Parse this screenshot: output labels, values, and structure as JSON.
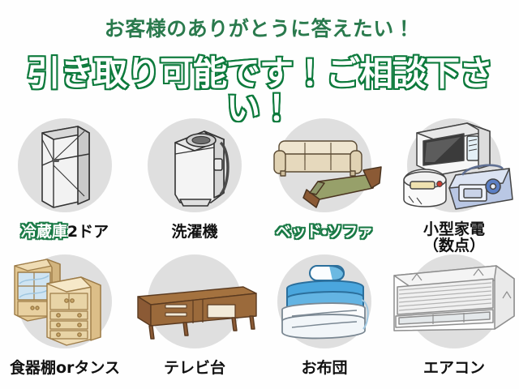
{
  "header": {
    "tagline": "お客様のありがとうに答えたい！",
    "tagline_color": "#2a7a4d",
    "headline_line1": "引き取り可能です！ご相談下さ",
    "headline_line2": "い！",
    "headline_fill": "#ffffff",
    "headline_outline": "#0d7a3c"
  },
  "items": [
    {
      "icon": "refrigerator-icon",
      "label_segments": [
        {
          "text": "冷蔵庫",
          "style": "green"
        },
        {
          "text": "2ドア",
          "style": "black"
        }
      ],
      "label_plain": "冷蔵庫2ドア"
    },
    {
      "icon": "washing-machine-icon",
      "label_segments": [
        {
          "text": "洗濯機",
          "style": "black"
        }
      ],
      "label_plain": "洗濯機"
    },
    {
      "icon": "bed-sofa-icon",
      "label_segments": [
        {
          "text": "ベッド・ソファ",
          "style": "green"
        }
      ],
      "label_plain": "ベッド・ソファ"
    },
    {
      "icon": "small-appliances-icon",
      "label_lines": [
        "小型家電",
        "（数点）"
      ],
      "label_plain": "小型家電（数点）"
    },
    {
      "icon": "cupboard-dresser-icon",
      "label_segments": [
        {
          "text": "食器棚orタンス",
          "style": "black"
        }
      ],
      "label_plain": "食器棚orタンス"
    },
    {
      "icon": "tv-stand-icon",
      "label_segments": [
        {
          "text": "テレビ台",
          "style": "black"
        }
      ],
      "label_plain": "テレビ台"
    },
    {
      "icon": "futon-icon",
      "label_segments": [
        {
          "text": "お布団",
          "style": "black"
        }
      ],
      "label_plain": "お布団"
    },
    {
      "icon": "air-conditioner-icon",
      "label_segments": [
        {
          "text": "エアコン",
          "style": "black"
        }
      ],
      "label_plain": "エアコン"
    }
  ],
  "colors": {
    "background": "#fefefe",
    "disc": "#dcdcdc",
    "green_dark": "#0d7a3c",
    "green_text": "#2a7a4d",
    "wood_light": "#e3c893",
    "wood_dark": "#8b5a35",
    "futon_blue": "#4aa6dd",
    "mattress_green": "#97a06a",
    "sofa_cream": "#efe5cf",
    "appliance_white": "#f4f4f4",
    "radio_blue": "#5b7fc4"
  }
}
